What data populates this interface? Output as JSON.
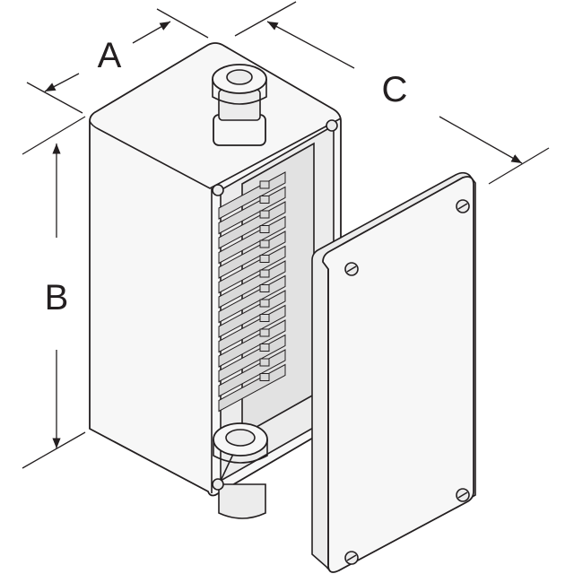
{
  "dimension_labels": {
    "width": "A",
    "height": "B",
    "depth": "C"
  },
  "colors": {
    "line": "#231f20",
    "fill": "#f7f7f7"
  }
}
